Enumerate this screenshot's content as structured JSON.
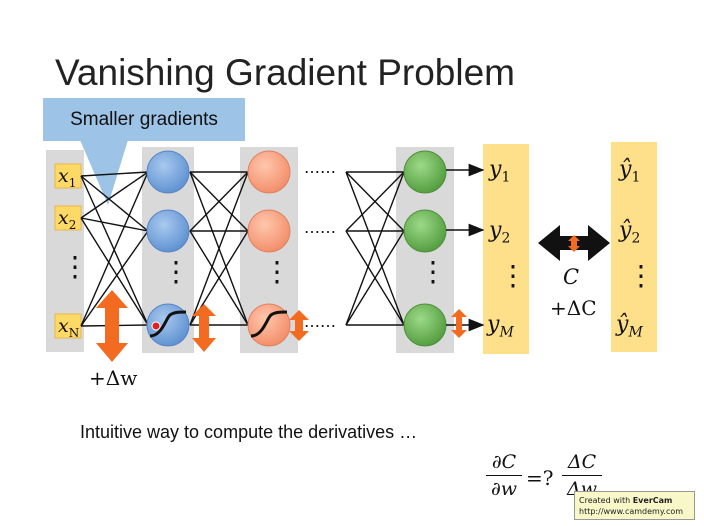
{
  "slide": {
    "title": "Vanishing Gradient Problem",
    "callout": "Smaller gradients",
    "inputs": [
      "x1",
      "x2",
      "xN"
    ],
    "outputs": [
      "y1",
      "y2",
      "yM"
    ],
    "targets": [
      "ŷ1",
      "ŷ2",
      "ŷM"
    ],
    "hidden_ellipsis": "……",
    "vertical_ellipsis": "⋮",
    "cost_label": "C",
    "delta_cost": "+ΔC",
    "delta_weight": "+Δw",
    "intuitive_text": "Intuitive way to compute the derivatives …",
    "derivative": {
      "left_num": "∂C",
      "left_den": "∂w",
      "relation": "=?",
      "right_num": "ΔC",
      "right_den": "Δw"
    }
  },
  "colors": {
    "input_box": "#ffd966",
    "layer_bg": "#d9d9d9",
    "blue_neuron": "#6fa8dc",
    "orange_neuron": "#f4a582",
    "green_neuron": "#6aa84f",
    "output_box": "#ffd966",
    "arrow_orange": "#f26b21",
    "callout": "#9dc3e6"
  },
  "watermark": {
    "line1_prefix": "Created with ",
    "line1_brand": "EverCam",
    "line2": "http://www.camdemy.com"
  }
}
